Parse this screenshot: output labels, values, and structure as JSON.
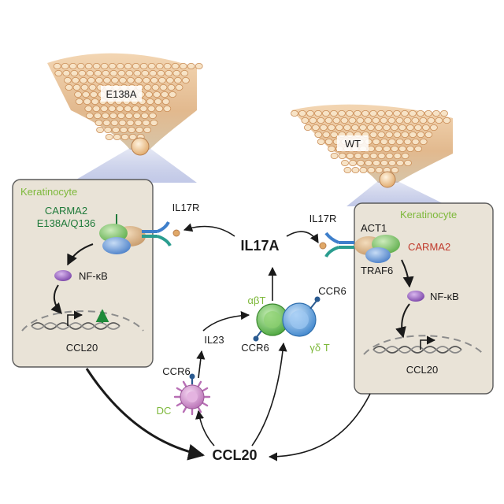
{
  "skin_left": {
    "label": "E138A"
  },
  "skin_right": {
    "label": "WT"
  },
  "cell_left": {
    "title": "Keratinocyte",
    "mutant_line1": "CARMA2",
    "mutant_line2": "E138A/Q136",
    "receptor": "IL17R",
    "nfkb": "NF-κB",
    "gene": "CCL20"
  },
  "cell_right": {
    "title": "Keratinocyte",
    "receptor": "IL17R",
    "act1": "ACT1",
    "carma2": "CARMA2",
    "traf6": "TRAF6",
    "nfkb": "NF-κB",
    "gene": "CCL20"
  },
  "center": {
    "il17a": "IL17A",
    "ab_t": "αβT",
    "gd_t": "γδ T",
    "ccr6_top": "CCR6",
    "ccr6_bottom": "CCR6",
    "il23": "IL23",
    "dc_ccr6": "CCR6",
    "dc": "DC",
    "ccl20": "CCL20"
  },
  "colors": {
    "cell_fill": "#e9e3d7",
    "cell_stroke": "#5a5a5a",
    "keratinocyte_label": "#8dbf4a",
    "mutant_label": "#1f7a3a",
    "carma2_wt": "#c0392b",
    "tcell_green": "#5fb04a",
    "tcell_blue": "#4a8fd0",
    "dc_purple": "#c989c6"
  }
}
